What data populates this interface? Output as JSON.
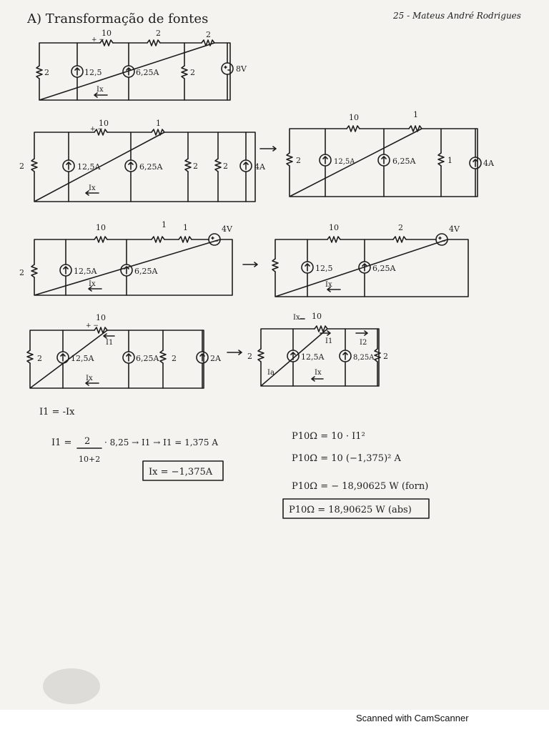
{
  "page": {
    "title": "A) Transformação de fontes",
    "author": "25 - Mateus André Rodrigues",
    "footer": "Scanned with CamScanner"
  },
  "circuits": [
    {
      "id": "c1",
      "labels": {
        "r_left": "2",
        "r_top1": "10",
        "r_top1_polarity": "+ −",
        "r_top2": "2",
        "r_top3": "2",
        "src1": "12,5",
        "src2": "6,25A",
        "r_mid": "2",
        "vsrc": "8V",
        "ix": "Ix"
      }
    },
    {
      "id": "c2",
      "labels": {
        "r_left": "2",
        "r_top1": "10",
        "r_top1_polarity": "+ −",
        "r_top2": "1",
        "src1": "12,5A",
        "src2": "6,25A",
        "r_mid1": "2",
        "r_mid2": "2",
        "src3": "4A",
        "ix": "Ix"
      }
    },
    {
      "id": "c3",
      "labels": {
        "r_left": "2",
        "r_top1": "10",
        "r_top2": "1",
        "src1": "12,5A",
        "src2": "6,25A",
        "r_mid": "1",
        "src3": "4A"
      }
    },
    {
      "id": "c4",
      "labels": {
        "r_left": "2",
        "r_top1": "10",
        "r_top2": "1",
        "r_top3": "1",
        "src1": "12,5A",
        "src2": "6,25A",
        "vsrc": "4V",
        "ix": "Ix"
      }
    },
    {
      "id": "c5",
      "labels": {
        "r_top1": "10",
        "r_top2": "2",
        "src1": "12,5",
        "src2": "6,25A",
        "vsrc": "4V",
        "ix": "Ix"
      }
    },
    {
      "id": "c6",
      "labels": {
        "r_left": "2",
        "r_top1": "10",
        "r_top1_polarity": "+ −",
        "i1": "I1",
        "src1": "12,5A",
        "src2": "6,25A",
        "r_mid": "2",
        "src3": "2A",
        "ix": "Ix"
      }
    },
    {
      "id": "c7",
      "labels": {
        "ix_top": "Ix",
        "r_top1": "10",
        "i1": "I1",
        "i2": "I2",
        "r_left": "2",
        "src1": "12,5A",
        "src2": "8,25A",
        "r_right": "2",
        "i_a": "Ia",
        "ix": "Ix"
      }
    }
  ],
  "equations": {
    "relation": "I1 = -Ix",
    "divider_lhs": "I1 =",
    "divider_num": "2",
    "divider_den": "10+2",
    "divider_rhs": "· 8,25 → I1 → I1 = 1,375 A",
    "ix_boxed": "Ix = −1,375A",
    "p1": "P10Ω = 10 · I1²",
    "p2": "P10Ω = 10 (−1,375)² A",
    "p3": "P10Ω = − 18,90625 W (forn)",
    "p_boxed": "P10Ω = 18,90625 W (abs)"
  }
}
